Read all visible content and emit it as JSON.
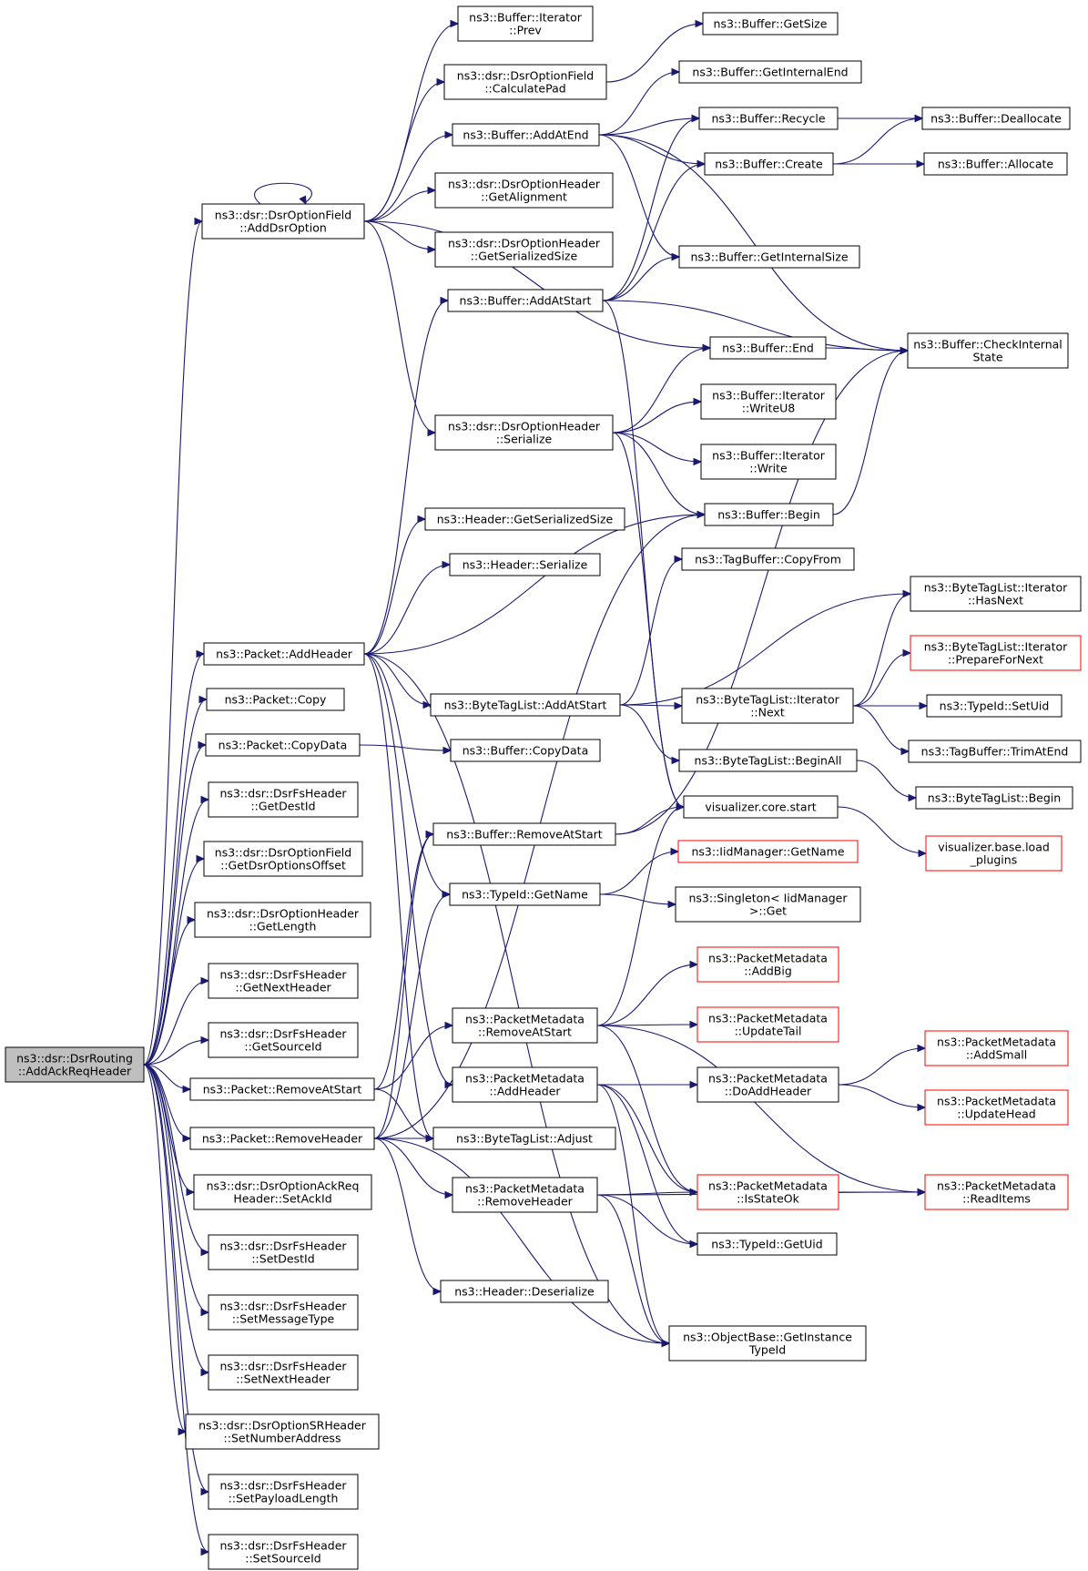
{
  "graph": {
    "edge_color": "#191970",
    "box_border": "#000000",
    "box_border_highlight": "#ff0000",
    "root_fill": "#bfbfbf",
    "nodes": {
      "root": [
        "ns3::dsr::DsrRouting",
        "::AddAckReqHeader"
      ],
      "addDsrOption": [
        "ns3::dsr::DsrOptionField",
        "::AddDsrOption"
      ],
      "addHeader": [
        "ns3::Packet::AddHeader"
      ],
      "copy": [
        "ns3::Packet::Copy"
      ],
      "copyData": [
        "ns3::Packet::CopyData"
      ],
      "getDestId": [
        "ns3::dsr::DsrFsHeader",
        "::GetDestId"
      ],
      "getDsrOptionsOffset": [
        "ns3::dsr::DsrOptionField",
        "::GetDsrOptionsOffset"
      ],
      "getLength": [
        "ns3::dsr::DsrOptionHeader",
        "::GetLength"
      ],
      "getNextHeader": [
        "ns3::dsr::DsrFsHeader",
        "::GetNextHeader"
      ],
      "getSourceId": [
        "ns3::dsr::DsrFsHeader",
        "::GetSourceId"
      ],
      "removeAtStart": [
        "ns3::Packet::RemoveAtStart"
      ],
      "removeHeader": [
        "ns3::Packet::RemoveHeader"
      ],
      "setAckId": [
        "ns3::dsr::DsrOptionAckReq",
        "Header::SetAckId"
      ],
      "setDestId": [
        "ns3::dsr::DsrFsHeader",
        "::SetDestId"
      ],
      "setMessageType": [
        "ns3::dsr::DsrFsHeader",
        "::SetMessageType"
      ],
      "setNextHeader": [
        "ns3::dsr::DsrFsHeader",
        "::SetNextHeader"
      ],
      "setNumberAddress": [
        "ns3::dsr::DsrOptionSRHeader",
        "::SetNumberAddress"
      ],
      "setPayloadLength": [
        "ns3::dsr::DsrFsHeader",
        "::SetPayloadLength"
      ],
      "setSourceId": [
        "ns3::dsr::DsrFsHeader",
        "::SetSourceId"
      ],
      "iterPrev": [
        "ns3::Buffer::Iterator",
        "::Prev"
      ],
      "calculatePad": [
        "ns3::dsr::DsrOptionField",
        "::CalculatePad"
      ],
      "bufAddAtEnd": [
        "ns3::Buffer::AddAtEnd"
      ],
      "getAlignment": [
        "ns3::dsr::DsrOptionHeader",
        "::GetAlignment"
      ],
      "getSerializedSizeOpt": [
        "ns3::dsr::DsrOptionHeader",
        "::GetSerializedSize"
      ],
      "bufAddAtStart": [
        "ns3::Buffer::AddAtStart"
      ],
      "optSerialize": [
        "ns3::dsr::DsrOptionHeader",
        "::Serialize"
      ],
      "hdrGetSerializedSize": [
        "ns3::Header::GetSerializedSize"
      ],
      "hdrSerialize": [
        "ns3::Header::Serialize"
      ],
      "btlAddAtStart": [
        "ns3::ByteTagList::AddAtStart"
      ],
      "bufCopyData": [
        "ns3::Buffer::CopyData"
      ],
      "bufRemoveAtStart": [
        "ns3::Buffer::RemoveAtStart"
      ],
      "typeGetName": [
        "ns3::TypeId::GetName"
      ],
      "pmRemoveAtStart": [
        "ns3::PacketMetadata",
        "::RemoveAtStart"
      ],
      "pmAddHeader": [
        "ns3::PacketMetadata",
        "::AddHeader"
      ],
      "btlAdjust": [
        "ns3::ByteTagList::Adjust"
      ],
      "pmRemoveHeader": [
        "ns3::PacketMetadata",
        "::RemoveHeader"
      ],
      "hdrDeserialize": [
        "ns3::Header::Deserialize"
      ],
      "bufGetSize": [
        "ns3::Buffer::GetSize"
      ],
      "bufGetInternalEnd": [
        "ns3::Buffer::GetInternalEnd"
      ],
      "bufRecycle": [
        "ns3::Buffer::Recycle"
      ],
      "bufCreate": [
        "ns3::Buffer::Create"
      ],
      "bufGetInternalSize": [
        "ns3::Buffer::GetInternalSize"
      ],
      "bufEnd": [
        "ns3::Buffer::End"
      ],
      "iterWriteU8": [
        "ns3::Buffer::Iterator",
        "::WriteU8"
      ],
      "iterWrite": [
        "ns3::Buffer::Iterator",
        "::Write"
      ],
      "bufBegin": [
        "ns3::Buffer::Begin"
      ],
      "tagCopyFrom": [
        "ns3::TagBuffer::CopyFrom"
      ],
      "btlIterNext": [
        "ns3::ByteTagList::Iterator",
        "::Next"
      ],
      "btlBeginAll": [
        "ns3::ByteTagList::BeginAll"
      ],
      "vizStart": [
        "visualizer.core.start"
      ],
      "iidGetName": [
        "ns3::IidManager::GetName"
      ],
      "singletonGet": [
        "ns3::Singleton< IidManager",
        ">::Get"
      ],
      "pmAddBig": [
        "ns3::PacketMetadata",
        "::AddBig"
      ],
      "pmUpdateTail": [
        "ns3::PacketMetadata",
        "::UpdateTail"
      ],
      "pmDoAddHeader": [
        "ns3::PacketMetadata",
        "::DoAddHeader"
      ],
      "pmIsStateOk": [
        "ns3::PacketMetadata",
        "::IsStateOk"
      ],
      "typeGetUid": [
        "ns3::TypeId::GetUid"
      ],
      "getInstanceTypeId": [
        "ns3::ObjectBase::GetInstance",
        "TypeId"
      ],
      "bufDeallocate": [
        "ns3::Buffer::Deallocate"
      ],
      "bufAllocate": [
        "ns3::Buffer::Allocate"
      ],
      "bufCheckInternalState": [
        "ns3::Buffer::CheckInternal",
        "State"
      ],
      "btlIterHasNext": [
        "ns3::ByteTagList::Iterator",
        "::HasNext"
      ],
      "btlIterPrepareForNext": [
        "ns3::ByteTagList::Iterator",
        "::PrepareForNext"
      ],
      "typeSetUid": [
        "ns3::TypeId::SetUid"
      ],
      "tagTrimAtEnd": [
        "ns3::TagBuffer::TrimAtEnd"
      ],
      "btlBegin": [
        "ns3::ByteTagList::Begin"
      ],
      "vizLoadPlugins": [
        "visualizer.base.load",
        "_plugins"
      ],
      "pmAddSmall": [
        "ns3::PacketMetadata",
        "::AddSmall"
      ],
      "pmUpdateHead": [
        "ns3::PacketMetadata",
        "::UpdateHead"
      ],
      "pmReadItems": [
        "ns3::PacketMetadata",
        "::ReadItems"
      ]
    }
  }
}
